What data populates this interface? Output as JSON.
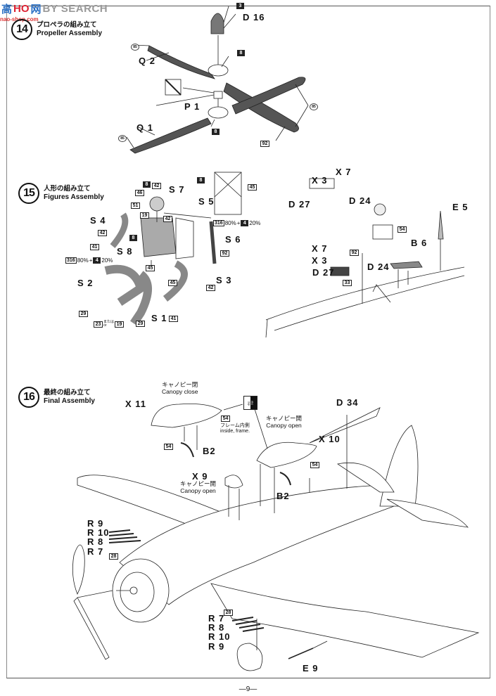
{
  "watermark": {
    "brand_cn": "高",
    "brand_cn2": "网",
    "brand_text": "BY SEARCH",
    "brand_prefix": "HO",
    "sub": "nao-shop.com"
  },
  "page_number": "—9—",
  "steps": [
    {
      "number": "14",
      "title_jp": "プロペラの組み立て",
      "title_en": "Propeller Assembly",
      "parts": [
        "D 16",
        "Q 2",
        "P 1",
        "Q 1"
      ],
      "color_codes": {
        "spinner": "3",
        "hub_top": "8",
        "hub_bottom": "8",
        "blade": "92",
        "tip_q2": "85",
        "tip_q1": "85",
        "tip_right": "85"
      }
    },
    {
      "number": "15",
      "title_jp": "人形の組み立て",
      "title_en": "Figures Assembly",
      "parts": [
        "S 7",
        "S 5",
        "S 4",
        "S 8",
        "S 6",
        "S 2",
        "S 3",
        "S 1"
      ],
      "color_codes": {
        "helmet": [
          "8",
          "42"
        ],
        "goggles": "46",
        "face": "51",
        "collar": "19",
        "vest": "42",
        "harness": "8",
        "arm_left": "42",
        "glove_left": "41",
        "arm_right": "42",
        "glove_right": "41",
        "belt": "45",
        "pants": "45",
        "boots_left": "29",
        "boots_right": "29",
        "strap": "92",
        "seat_belts": "8",
        "seat_pad": "45"
      },
      "mix_note": {
        "code_a": "316",
        "pct_a": "80%",
        "plus": "+",
        "code_b": "4",
        "pct_b": "20%"
      },
      "seat_mix_note": {
        "code_a": "316",
        "pct_a": "80%",
        "plus": "+",
        "code_b": "4",
        "pct_b": "20%"
      },
      "either_note": {
        "code_a": "23",
        "or_jp": "または",
        "or_en": "or",
        "code_b": "19"
      },
      "cockpit_parts": {
        "detail_top": [
          "X 7",
          "X 3",
          "D 27",
          "D 24"
        ],
        "detail_main": [
          "X 7",
          "X 3",
          "D 27",
          "D 24"
        ],
        "gunsight_color": "92",
        "panel_color": "33",
        "other": [
          "B 6",
          "E 5"
        ],
        "b6_color": "54"
      }
    },
    {
      "number": "16",
      "title_jp": "最終の組み立て",
      "title_en": "Final Assembly",
      "canopy_close": {
        "label_jp": "キャノピー閉",
        "label_en": "Canopy close",
        "part": "X 11",
        "frame_color": "54",
        "frame_note_jp": "フレーム内側",
        "frame_note_en": "inside, frame.",
        "rail": "B2",
        "rail_color": "54"
      },
      "canopy_open": {
        "label_jp": "キャノピー開",
        "label_en": "Canopy open",
        "part": "X 10",
        "rail": "B2",
        "rail_color": "54"
      },
      "windscreen": {
        "part": "X 9",
        "label_jp": "キャノピー開",
        "label_en": "Canopy open"
      },
      "antenna": "D 34",
      "guns_left": {
        "parts": [
          "R 9",
          "R 10",
          "R 8",
          "R 7"
        ],
        "color": "28"
      },
      "guns_right": {
        "parts": [
          "R 7",
          "R 8",
          "R 10",
          "R 9"
        ],
        "color": "28"
      },
      "pitot": "E 9"
    }
  ]
}
